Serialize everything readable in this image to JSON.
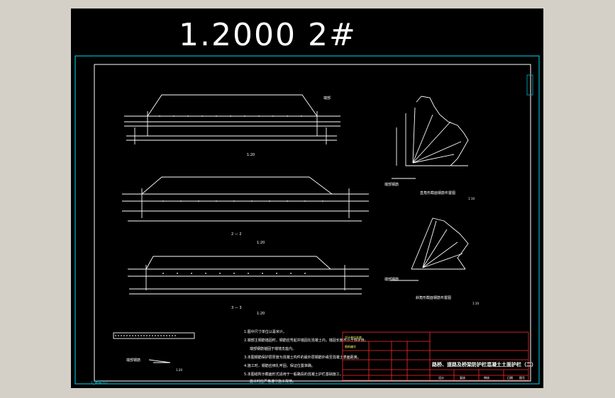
{
  "header": {
    "title": "1.2000 2#"
  },
  "drawing": {
    "sections": {
      "scale_1": "1:20",
      "scale_2": "1:20",
      "scale_3": "1:20",
      "scale_4": "1:20",
      "cut_label_2": "2 — 2",
      "cut_label_3": "3 — 3",
      "side_label_right": "端部"
    },
    "details": {
      "caption_top": "直角形截面钢筋布置图",
      "caption_bottom": "斜角形截面钢筋布置图",
      "label_a": "端部钢筋",
      "label_b": "端部钢筋",
      "scale_top": "1:10",
      "scale_bottom": "1:10"
    },
    "small_detail": {
      "label": "端部钢筋",
      "scale": "1:20"
    },
    "notes": [
      "1.图中尺寸单位以毫米计。",
      "2.端部主钢筋锚固时，钢筋应弯起并锚固在混凝土内，锚固长度不小于规定值。",
      "  端部钢筋锚固于端墙支座内。",
      "3.本图钢筋保护层厚度为混凝土构件的最外层钢筋外缘至混凝土表面距离。",
      "4.施工时，钢筋应绑扎牢固，保证位置准确。",
      "5.本图纸所示截面形式适用于一般路段的混凝土护栏基础施工。",
      "  施工时应严格遵守施工规范。"
    ],
    "title_block": {
      "project": "路桥、道路及桥梁防护栏混凝土土面护栏（二）",
      "left_cells": [
        "设计单位名称",
        "图纸编号"
      ],
      "bottom_cells": [
        "设计",
        "复核",
        "审核",
        "日期",
        "图号"
      ]
    },
    "corner_label": "1_图面-01"
  }
}
